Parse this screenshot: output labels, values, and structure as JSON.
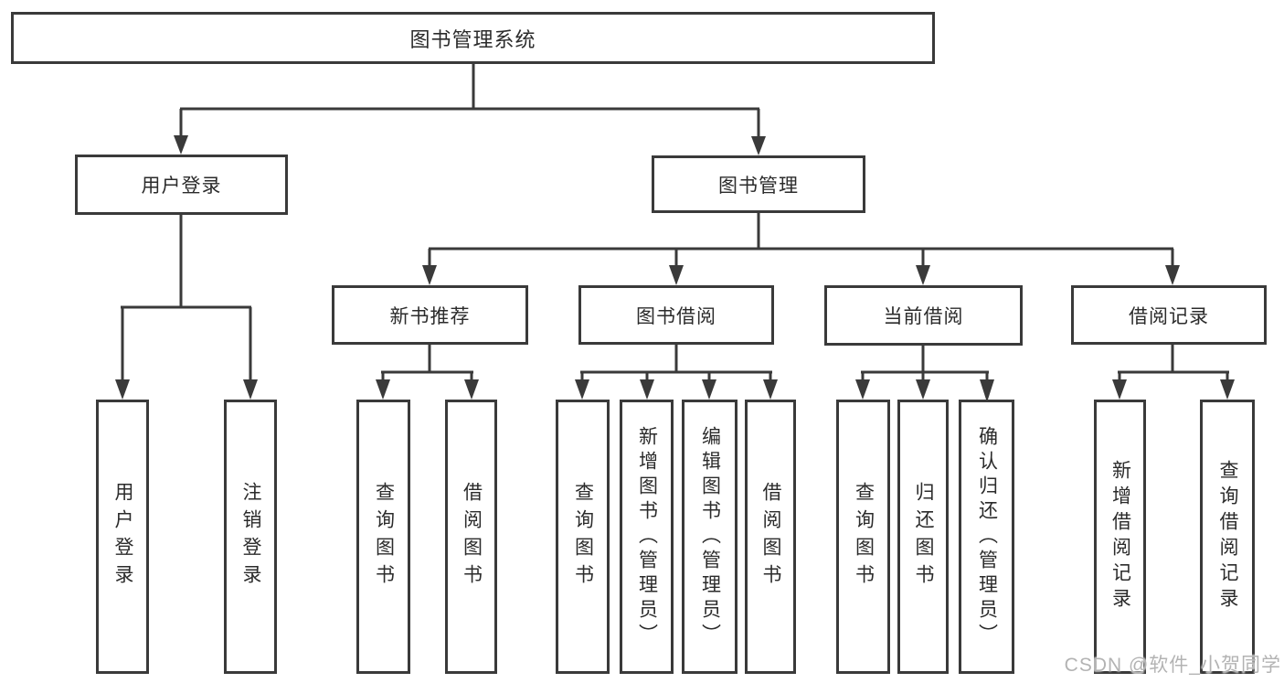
{
  "tree": {
    "label": "图书管理系统",
    "children": [
      {
        "label": "用户登录",
        "children": [
          {
            "label": "用户登录"
          },
          {
            "label": "注销登录"
          }
        ]
      },
      {
        "label": "图书管理",
        "children": [
          {
            "label": "新书推荐",
            "children": [
              {
                "label": "查询图书"
              },
              {
                "label": "借阅图书"
              }
            ]
          },
          {
            "label": "图书借阅",
            "children": [
              {
                "label": "查询图书"
              },
              {
                "label": "新增图书（管理员）"
              },
              {
                "label": "编辑图书（管理员）"
              },
              {
                "label": "借阅图书"
              }
            ]
          },
          {
            "label": "当前借阅",
            "children": [
              {
                "label": "查询图书"
              },
              {
                "label": "归还图书"
              },
              {
                "label": "确认归还（管理员）"
              }
            ]
          },
          {
            "label": "借阅记录",
            "children": [
              {
                "label": "新增借阅记录"
              },
              {
                "label": "查询借阅记录"
              }
            ]
          }
        ]
      }
    ]
  },
  "watermark": {
    "text": "CSDN @软件_小贺同学"
  },
  "colors": {
    "line": "#3a3a3a",
    "text": "#2b2b2b",
    "watermark": "#b3b3b3",
    "background": "#ffffff"
  }
}
